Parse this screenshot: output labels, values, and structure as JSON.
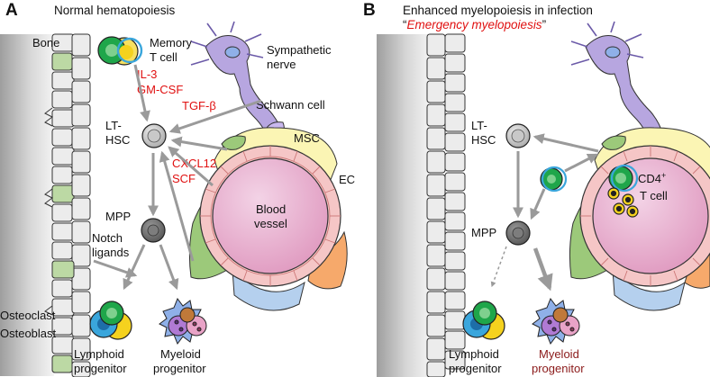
{
  "panel_a": {
    "letter": "A",
    "title": "Normal hematopoiesis",
    "labels": {
      "bone": "Bone",
      "memory_t_cell_1": "Memory",
      "memory_t_cell_2": "T cell",
      "il3": "IL-3",
      "gmcsf": "GM-CSF",
      "tgfb": "TGF-β",
      "sympathetic_1": "Sympathetic",
      "sympathetic_2": "nerve",
      "schwann": "Schwann cell",
      "lthsc_1": "LT-",
      "lthsc_2": "HSC",
      "msc": "MSC",
      "cxcl12": "CXCL12",
      "scf": "SCF",
      "ec": "EC",
      "blood_vessel_1": "Blood",
      "blood_vessel_2": "vessel",
      "mpp": "MPP",
      "notch_1": "Notch",
      "notch_2": "ligands",
      "osteoclast": "Osteoclast",
      "osteoblast": "Osteoblast",
      "lymphoid_1": "Lymphoid",
      "lymphoid_2": "progenitor",
      "myeloid_1": "Myeloid",
      "myeloid_2": "progenitor"
    }
  },
  "panel_b": {
    "letter": "B",
    "title": "Enhanced myelopoiesis in infection",
    "subtitle_open": "“",
    "subtitle_em": "Emergency myelopoiesis",
    "subtitle_close": "”",
    "labels": {
      "lthsc_1": "LT-",
      "lthsc_2": "HSC",
      "cd4": "CD4",
      "cd4_sup": "+",
      "tcell": "T cell",
      "mpp": "MPP",
      "lymphoid_1": "Lymphoid",
      "lymphoid_2": "progenitor",
      "myeloid_1": "Myeloid",
      "myeloid_2": "progenitor"
    }
  },
  "colors": {
    "cytokine_red": "#e01010",
    "emphasis_darkred": "#8b1a1a",
    "arrow_gray": "#9a9a9a",
    "bone_gray": "#c8c8c8",
    "vessel_pink": "#e8a8c8",
    "endothelium_pink": "#f5c6c6",
    "msc_yellow": "#fbf5b4",
    "stromal_green": "#9cc97a",
    "hsc_gray": "#bdbdbd",
    "mpp_gray": "#6d6d6d",
    "tcell_green": "#1fa64a",
    "tcell_yellow": "#f5d21e",
    "tcell_blue": "#3aa6dc",
    "nerve_purple": "#b7a6e0"
  },
  "icons": [
    "bone-marrow-cell-icon",
    "memory-t-cell-icon",
    "nerve-cell-icon",
    "stem-cell-icon",
    "blood-vessel-icon",
    "pathogen-icon",
    "lymphoid-progenitor-icon",
    "myeloid-progenitor-icon"
  ]
}
